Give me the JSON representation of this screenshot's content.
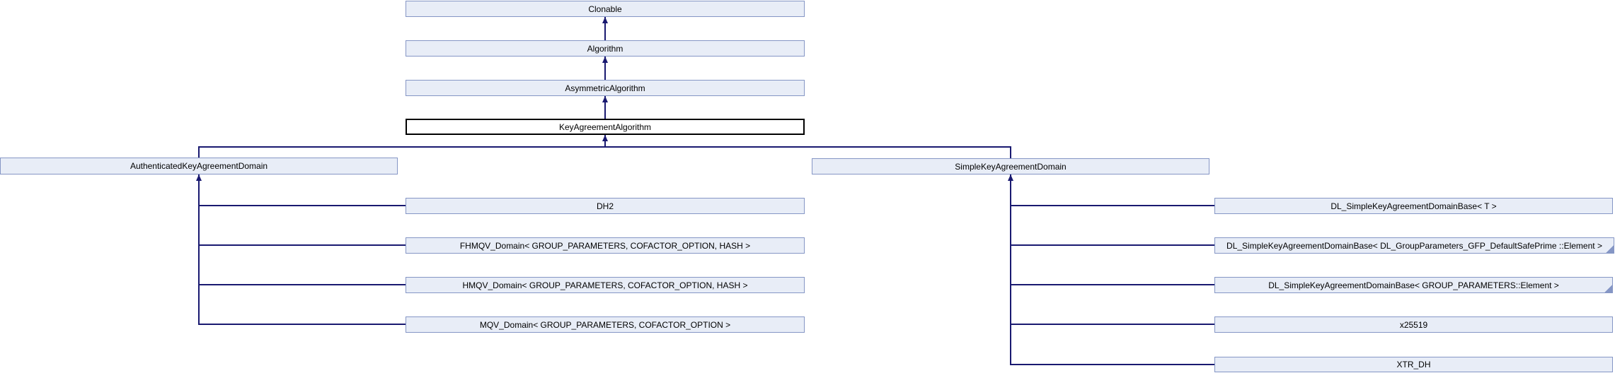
{
  "diagram": {
    "type": "class-inheritance-graph",
    "focus_class": "KeyAgreementAlgorithm",
    "colors": {
      "background": "#ffffff",
      "node_fill": "#e8edf7",
      "node_border": "#8596c5",
      "focus_node_fill": "#ffffff",
      "focus_node_border": "#000000",
      "edge": "#191970",
      "text": "#000000"
    },
    "nodes": {
      "clonable": {
        "label": "Clonable"
      },
      "algorithm": {
        "label": "Algorithm"
      },
      "asymmetric_algorithm": {
        "label": "AsymmetricAlgorithm"
      },
      "key_agreement_algorithm": {
        "label": "KeyAgreementAlgorithm"
      },
      "authenticated_key_agreement_domain": {
        "label": "AuthenticatedKeyAgreementDomain"
      },
      "simple_key_agreement_domain": {
        "label": "SimpleKeyAgreementDomain"
      },
      "dh2": {
        "label": "DH2"
      },
      "fhmqv_domain": {
        "label": "FHMQV_Domain< GROUP_PARAMETERS, COFACTOR_OPTION, HASH >"
      },
      "hmqv_domain": {
        "label": "HMQV_Domain< GROUP_PARAMETERS, COFACTOR_OPTION, HASH >"
      },
      "mqv_domain": {
        "label": "MQV_Domain< GROUP_PARAMETERS, COFACTOR_OPTION >"
      },
      "dl_skadb_t": {
        "label": "DL_SimpleKeyAgreementDomainBase< T >"
      },
      "dl_skadb_gfp": {
        "label": "DL_SimpleKeyAgreementDomainBase< DL_GroupParameters_GFP_DefaultSafePrime ::Element >"
      },
      "dl_skadb_gp": {
        "label": "DL_SimpleKeyAgreementDomainBase< GROUP_PARAMETERS::Element >"
      },
      "x25519": {
        "label": "x25519"
      },
      "xtr_dh": {
        "label": "XTR_DH"
      }
    },
    "inheritance": [
      {
        "derived": "Algorithm",
        "base": "Clonable"
      },
      {
        "derived": "AsymmetricAlgorithm",
        "base": "Algorithm"
      },
      {
        "derived": "KeyAgreementAlgorithm",
        "base": "AsymmetricAlgorithm"
      },
      {
        "derived": "AuthenticatedKeyAgreementDomain",
        "base": "KeyAgreementAlgorithm"
      },
      {
        "derived": "SimpleKeyAgreementDomain",
        "base": "KeyAgreementAlgorithm"
      },
      {
        "derived": "DH2",
        "base": "AuthenticatedKeyAgreementDomain"
      },
      {
        "derived": "FHMQV_Domain< GROUP_PARAMETERS, COFACTOR_OPTION, HASH >",
        "base": "AuthenticatedKeyAgreementDomain"
      },
      {
        "derived": "HMQV_Domain< GROUP_PARAMETERS, COFACTOR_OPTION, HASH >",
        "base": "AuthenticatedKeyAgreementDomain"
      },
      {
        "derived": "MQV_Domain< GROUP_PARAMETERS, COFACTOR_OPTION >",
        "base": "AuthenticatedKeyAgreementDomain"
      },
      {
        "derived": "DL_SimpleKeyAgreementDomainBase< T >",
        "base": "SimpleKeyAgreementDomain"
      },
      {
        "derived": "DL_SimpleKeyAgreementDomainBase< DL_GroupParameters_GFP_DefaultSafePrime ::Element >",
        "base": "SimpleKeyAgreementDomain"
      },
      {
        "derived": "DL_SimpleKeyAgreementDomainBase< GROUP_PARAMETERS::Element >",
        "base": "SimpleKeyAgreementDomain"
      },
      {
        "derived": "x25519",
        "base": "SimpleKeyAgreementDomain"
      },
      {
        "derived": "XTR_DH",
        "base": "SimpleKeyAgreementDomain"
      }
    ]
  }
}
